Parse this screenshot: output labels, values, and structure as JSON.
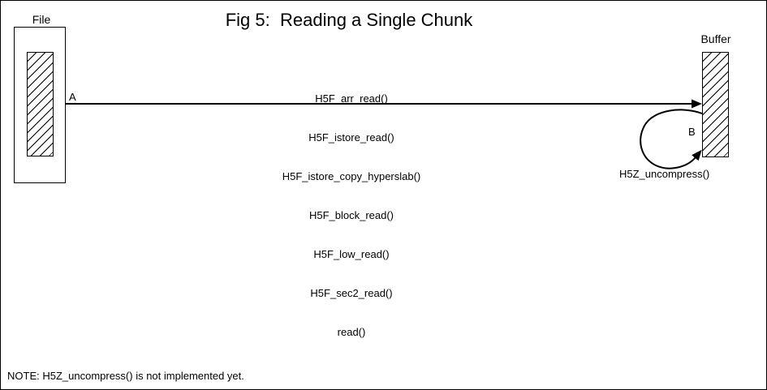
{
  "title": "Fig 5:  Reading a Single Chunk",
  "file": {
    "label": "File"
  },
  "buffer": {
    "label": "Buffer"
  },
  "read_path": {
    "marker": "A",
    "call_stack": [
      "H5F_arr_read()",
      "H5F_istore_read()",
      "H5F_istore_copy_hyperslab()",
      "H5F_block_read()",
      "H5F_low_read()",
      "H5F_sec2_read()",
      "read()"
    ]
  },
  "uncompress_loop": {
    "marker": "B",
    "caption": "H5Z_uncompress()"
  },
  "note": "NOTE: H5Z_uncompress() is not implemented yet.",
  "colors": {
    "ink": "#000000",
    "paper": "#ffffff"
  }
}
